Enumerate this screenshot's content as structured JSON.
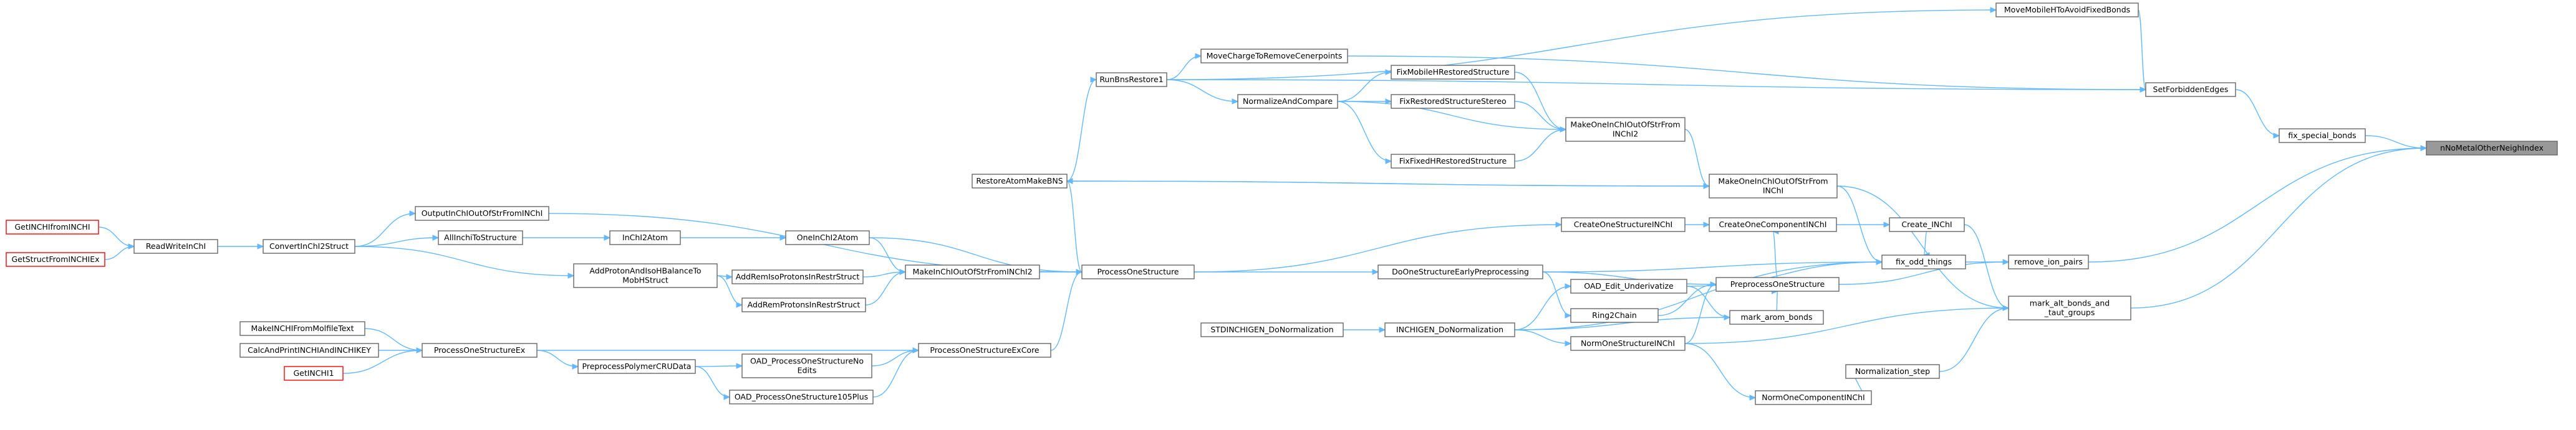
{
  "graph": {
    "root": "n0",
    "edge_color": "#63b8ff",
    "node_border_color": "#666666",
    "root_fill_color": "#999999",
    "external_border_color": "#ff0000",
    "nodes": [
      {
        "id": "n0",
        "lines": [
          "nNoMetalOtherNeighIndex"
        ],
        "style": "root"
      },
      {
        "id": "n1",
        "lines": [
          "fix_special_bonds"
        ],
        "style": "normal"
      },
      {
        "id": "n2",
        "lines": [
          "SetForbiddenEdges"
        ],
        "style": "normal"
      },
      {
        "id": "n3",
        "lines": [
          "remove_ion_pairs"
        ],
        "style": "normal"
      },
      {
        "id": "n4",
        "lines": [
          "mark_alt_bonds_and",
          "_taut_groups"
        ],
        "style": "normal"
      },
      {
        "id": "n5",
        "lines": [
          "MoveMobileHToAvoidFixedBonds"
        ],
        "style": "normal"
      },
      {
        "id": "n6",
        "lines": [
          "MoveChargeToRemoveCenerpoints"
        ],
        "style": "normal"
      },
      {
        "id": "n7",
        "lines": [
          "RunBnsRestore1"
        ],
        "style": "normal"
      },
      {
        "id": "n8",
        "lines": [
          "RestoreAtomMakeBNS"
        ],
        "style": "normal"
      },
      {
        "id": "n9",
        "lines": [
          "NormalizeAndCompare"
        ],
        "style": "normal"
      },
      {
        "id": "n10",
        "lines": [
          "FixMobileHRestoredStructure"
        ],
        "style": "normal"
      },
      {
        "id": "n11",
        "lines": [
          "FixRestoredStructureStereo"
        ],
        "style": "normal"
      },
      {
        "id": "n12",
        "lines": [
          "FixFixedHRestoredStructure"
        ],
        "style": "normal"
      },
      {
        "id": "n13",
        "lines": [
          "MakeOneInChIOutOfStrFrom",
          "INChI2"
        ],
        "style": "normal"
      },
      {
        "id": "n14",
        "lines": [
          "MakeOneInChIOutOfStrFrom",
          "INChI"
        ],
        "style": "normal"
      },
      {
        "id": "n15",
        "lines": [
          "OneInChI2Atom"
        ],
        "style": "normal"
      },
      {
        "id": "n16",
        "lines": [
          "InChI2Atom"
        ],
        "style": "normal"
      },
      {
        "id": "n17",
        "lines": [
          "AllInchiToStructure"
        ],
        "style": "normal"
      },
      {
        "id": "n18",
        "lines": [
          "ConvertInChI2Struct"
        ],
        "style": "normal"
      },
      {
        "id": "n19",
        "lines": [
          "ReadWriteInChI"
        ],
        "style": "normal"
      },
      {
        "id": "n20",
        "lines": [
          "GetINCHIfromINCHI"
        ],
        "style": "external"
      },
      {
        "id": "n21",
        "lines": [
          "GetStructFromINCHIEx"
        ],
        "style": "external"
      },
      {
        "id": "n22",
        "lines": [
          "OutputInChIOutOfStrFromINChI"
        ],
        "style": "normal"
      },
      {
        "id": "n23",
        "lines": [
          "MakeInChIOutOfStrFromINChI2"
        ],
        "style": "normal"
      },
      {
        "id": "n24",
        "lines": [
          "AddRemIsoProtonsInRestrStruct"
        ],
        "style": "normal"
      },
      {
        "id": "n25",
        "lines": [
          "AddProtonAndIsoHBalanceTo",
          "MobHStruct"
        ],
        "style": "normal"
      },
      {
        "id": "n26",
        "lines": [
          "AddRemProtonsInRestrStruct"
        ],
        "style": "normal"
      },
      {
        "id": "n27",
        "lines": [
          "ProcessOneStructure"
        ],
        "style": "normal"
      },
      {
        "id": "n28",
        "lines": [
          "ProcessOneStructureExCore"
        ],
        "style": "normal"
      },
      {
        "id": "n29",
        "lines": [
          "ProcessOneStructureEx"
        ],
        "style": "normal"
      },
      {
        "id": "n30",
        "lines": [
          "MakeINCHIFromMolfileText"
        ],
        "style": "normal"
      },
      {
        "id": "n31",
        "lines": [
          "CalcAndPrintINCHIAndINCHIKEY"
        ],
        "style": "normal"
      },
      {
        "id": "n32",
        "lines": [
          "GetINCHI1"
        ],
        "style": "external"
      },
      {
        "id": "n33",
        "lines": [
          "PreprocessPolymerCRUData"
        ],
        "style": "normal"
      },
      {
        "id": "n34",
        "lines": [
          "OAD_ProcessOneStructureNo",
          "Edits"
        ],
        "style": "normal"
      },
      {
        "id": "n35",
        "lines": [
          "OAD_ProcessOneStructure105Plus"
        ],
        "style": "normal"
      },
      {
        "id": "n36",
        "lines": [
          "Create_INChI"
        ],
        "style": "normal"
      },
      {
        "id": "n37",
        "lines": [
          "CreateOneComponentINChI"
        ],
        "style": "normal"
      },
      {
        "id": "n38",
        "lines": [
          "CreateOneStructureINChI"
        ],
        "style": "normal"
      },
      {
        "id": "n39",
        "lines": [
          "fix_odd_things"
        ],
        "style": "normal"
      },
      {
        "id": "n40",
        "lines": [
          "DoOneStructureEarlyPreprocessing"
        ],
        "style": "normal"
      },
      {
        "id": "n41",
        "lines": [
          "OAD_Edit_Underivatize"
        ],
        "style": "normal"
      },
      {
        "id": "n42",
        "lines": [
          "PreprocessOneStructure"
        ],
        "style": "normal"
      },
      {
        "id": "n43",
        "lines": [
          "Ring2Chain"
        ],
        "style": "normal"
      },
      {
        "id": "n44",
        "lines": [
          "mark_arom_bonds"
        ],
        "style": "normal"
      },
      {
        "id": "n45",
        "lines": [
          "INCHIGEN_DoNormalization"
        ],
        "style": "normal"
      },
      {
        "id": "n46",
        "lines": [
          "STDINCHIGEN_DoNormalization"
        ],
        "style": "normal"
      },
      {
        "id": "n47",
        "lines": [
          "NormOneStructureINChI"
        ],
        "style": "normal"
      },
      {
        "id": "n48",
        "lines": [
          "Normalization_step"
        ],
        "style": "normal"
      },
      {
        "id": "n49",
        "lines": [
          "NormOneComponentINChI"
        ],
        "style": "normal"
      }
    ],
    "edges": [
      [
        "n0",
        "n1"
      ],
      [
        "n0",
        "n3"
      ],
      [
        "n0",
        "n4"
      ],
      [
        "n1",
        "n2"
      ],
      [
        "n2",
        "n5"
      ],
      [
        "n2",
        "n6"
      ],
      [
        "n2",
        "n7"
      ],
      [
        "n5",
        "n7"
      ],
      [
        "n6",
        "n7"
      ],
      [
        "n7",
        "n8"
      ],
      [
        "n8",
        "n27"
      ],
      [
        "n3",
        "n39"
      ],
      [
        "n3",
        "n42"
      ],
      [
        "n4",
        "n14"
      ],
      [
        "n4",
        "n36"
      ],
      [
        "n4",
        "n47"
      ],
      [
        "n4",
        "n48"
      ],
      [
        "n48",
        "n49"
      ],
      [
        "n49",
        "n47"
      ],
      [
        "n14",
        "n13"
      ],
      [
        "n14",
        "n8"
      ],
      [
        "n13",
        "n9"
      ],
      [
        "n13",
        "n10"
      ],
      [
        "n13",
        "n11"
      ],
      [
        "n13",
        "n12"
      ],
      [
        "n10",
        "n9"
      ],
      [
        "n11",
        "n9"
      ],
      [
        "n12",
        "n9"
      ],
      [
        "n9",
        "n7"
      ],
      [
        "n36",
        "n37"
      ],
      [
        "n37",
        "n38"
      ],
      [
        "n37",
        "n42"
      ],
      [
        "n38",
        "n27"
      ],
      [
        "n39",
        "n40"
      ],
      [
        "n39",
        "n41"
      ],
      [
        "n39",
        "n36"
      ],
      [
        "n39",
        "n14"
      ],
      [
        "n39",
        "n45"
      ],
      [
        "n42",
        "n40"
      ],
      [
        "n42",
        "n43"
      ],
      [
        "n42",
        "n44"
      ],
      [
        "n42",
        "n47"
      ],
      [
        "n44",
        "n41"
      ],
      [
        "n44",
        "n45"
      ],
      [
        "n43",
        "n40"
      ],
      [
        "n41",
        "n45"
      ],
      [
        "n47",
        "n45"
      ],
      [
        "n45",
        "n46"
      ],
      [
        "n40",
        "n27"
      ],
      [
        "n27",
        "n15"
      ],
      [
        "n27",
        "n22"
      ],
      [
        "n27",
        "n23"
      ],
      [
        "n27",
        "n28"
      ],
      [
        "n23",
        "n24"
      ],
      [
        "n23",
        "n26"
      ],
      [
        "n23",
        "n15"
      ],
      [
        "n24",
        "n25"
      ],
      [
        "n26",
        "n25"
      ],
      [
        "n25",
        "n18"
      ],
      [
        "n15",
        "n16"
      ],
      [
        "n16",
        "n17"
      ],
      [
        "n17",
        "n18"
      ],
      [
        "n22",
        "n18"
      ],
      [
        "n18",
        "n19"
      ],
      [
        "n19",
        "n20"
      ],
      [
        "n19",
        "n21"
      ],
      [
        "n28",
        "n29"
      ],
      [
        "n28",
        "n34"
      ],
      [
        "n28",
        "n35"
      ],
      [
        "n34",
        "n33"
      ],
      [
        "n35",
        "n33"
      ],
      [
        "n33",
        "n29"
      ],
      [
        "n29",
        "n30"
      ],
      [
        "n29",
        "n31"
      ],
      [
        "n29",
        "n32"
      ],
      [
        "n8",
        "n14"
      ]
    ]
  }
}
